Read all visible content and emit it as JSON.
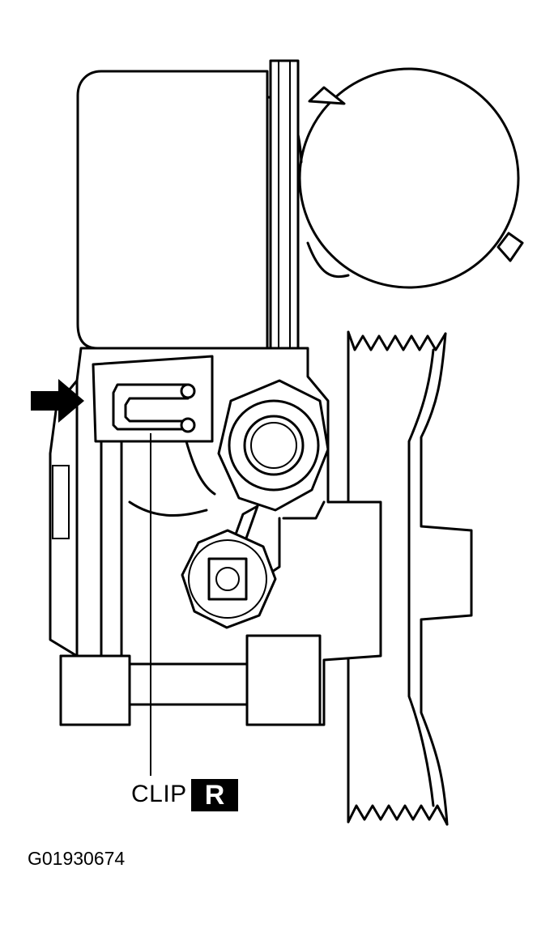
{
  "callout": {
    "label": "CLIP",
    "badge": "R"
  },
  "figure_id": "G01930674",
  "colors": {
    "line": "#000000",
    "background": "#ffffff",
    "badge_bg": "#000000",
    "badge_text": "#ffffff"
  }
}
